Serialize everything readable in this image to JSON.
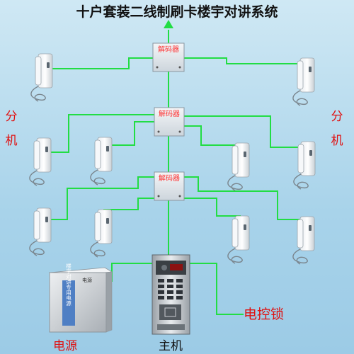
{
  "title": "十户套装二线制刷卡楼宇对讲系统",
  "decoder_label": "解码器",
  "side_label_left": [
    "分",
    "机"
  ],
  "side_label_right": [
    "分",
    "机"
  ],
  "labels": {
    "power_supply": "电源",
    "main_unit": "主机",
    "electric_lock": "电控锁"
  },
  "power_supply_text": {
    "top": "电源",
    "vertical": "楼宇对讲专用电源"
  },
  "colors": {
    "wire": "#22dd44",
    "label_red": "#e01010",
    "decoder_label": "#ff3030"
  }
}
